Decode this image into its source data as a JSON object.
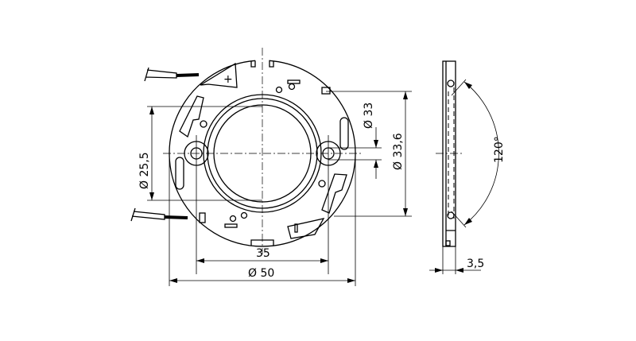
{
  "front_view": {
    "dim_hole_spacing": "35",
    "dim_outer_diameter": "Ø 50",
    "dim_ring_diameter": "Ø 25,5",
    "dim_fixing_diameter": "Ø 33",
    "dim_mount_diameter": "Ø 33,6",
    "polarity_plus": "+",
    "polarity_minus": "−"
  },
  "side_view": {
    "dim_thickness": "3,5",
    "dim_beam_angle": "120°"
  }
}
